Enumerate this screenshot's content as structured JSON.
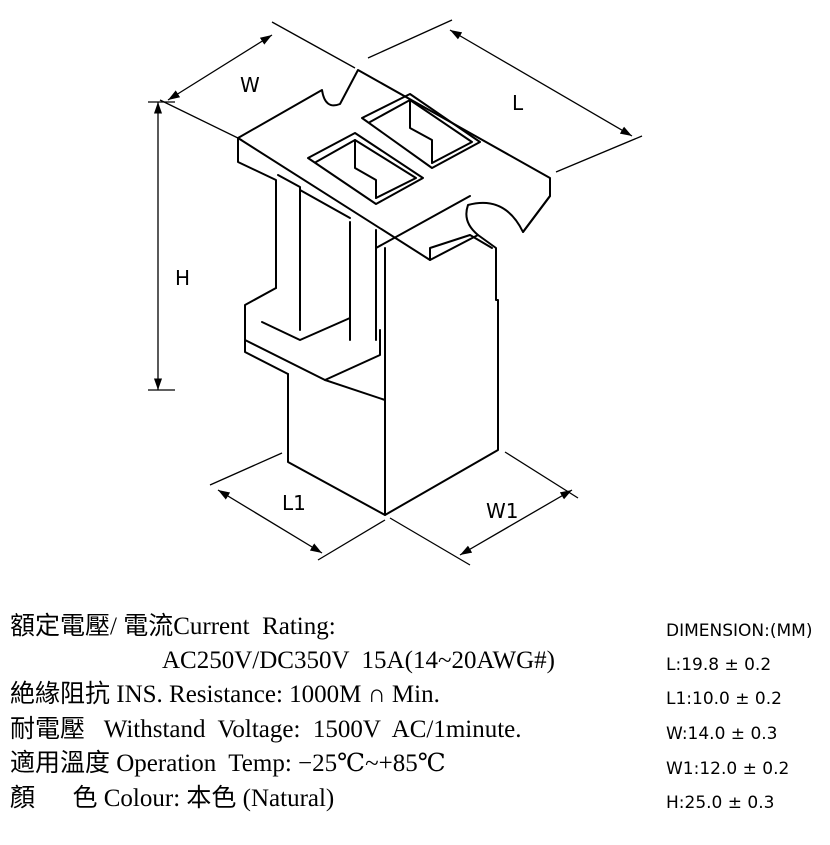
{
  "drawing": {
    "labels": {
      "w": "W",
      "l": "L",
      "h": "H",
      "l1": "L1",
      "w1": "W1"
    }
  },
  "specs": {
    "current_rating": "額定電壓/ 電流Current  Rating:",
    "current_value": "AC250V/DC350V  15A(14~20AWG#)",
    "insulation": "絶緣阻抗 INS. Resistance: 1000M ∩ Min.",
    "withstand": "耐電壓   Withstand  Voltage:  1500V  AC/1minute.",
    "operation": "適用溫度 Operation  Temp: −25℃~+85℃",
    "colour": "顏      色 Colour: 本色 (Natural)"
  },
  "dimensions": {
    "header": "DIMENSION:(MM)",
    "l": "L:19.8 ± 0.2",
    "l1": "L1:10.0 ± 0.2",
    "w": "W:14.0 ± 0.3",
    "w1": "W1:12.0 ± 0.2",
    "h": "H:25.0 ± 0.3"
  }
}
